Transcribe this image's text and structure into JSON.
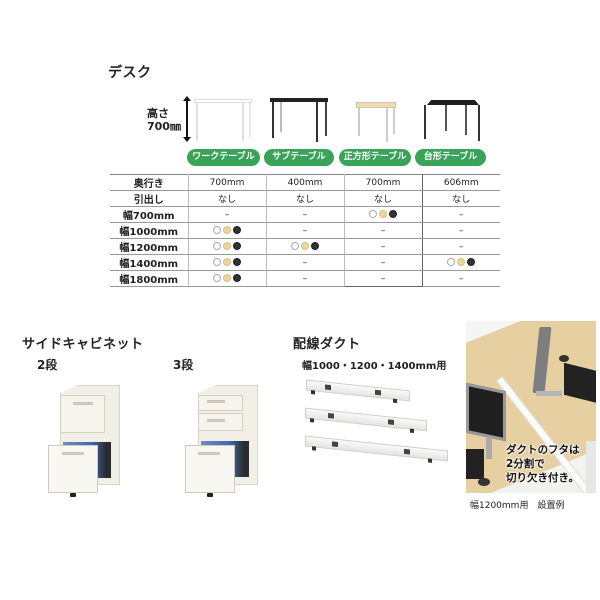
{
  "desk": {
    "title": "デスク",
    "height_label": "高さ\n700mm",
    "height_label_line1": "高さ",
    "height_label_line2": "700㎜",
    "products": [
      {
        "name": "ワークテーブル",
        "top_color": "#ffffff",
        "leg_color": "#e8e8e8"
      },
      {
        "name": "サブテーブル",
        "top_color": "#222222",
        "leg_color": "#333333"
      },
      {
        "name": "正方形テーブル",
        "top_color": "#eddcb6",
        "leg_color": "#f0f0f0"
      },
      {
        "name": "台形テーブル",
        "top_color": "#1e1e1e",
        "leg_color": "#444444"
      }
    ],
    "pill_color": "#3aa35a"
  },
  "spec_table": {
    "rows": [
      {
        "label": "奥行き",
        "cells": [
          "700mm",
          "400mm",
          "700mm",
          "606mm"
        ]
      },
      {
        "label": "引出し",
        "cells": [
          "なし",
          "なし",
          "なし",
          "なし"
        ]
      },
      {
        "label": "幅700mm",
        "cells": [
          "–",
          "–",
          "●●●",
          "–"
        ]
      },
      {
        "label": "幅1000mm",
        "cells": [
          "●●●",
          "–",
          "–",
          "–"
        ]
      },
      {
        "label": "幅1200mm",
        "cells": [
          "●●●",
          "●●●",
          "–",
          "–"
        ]
      },
      {
        "label": "幅1400mm",
        "cells": [
          "●●●",
          "–",
          "–",
          "●●●"
        ]
      },
      {
        "label": "幅1800mm",
        "cells": [
          "●●●",
          "–",
          "–",
          "–"
        ]
      }
    ],
    "color_options": [
      "white",
      "natural",
      "black"
    ],
    "dash": "–"
  },
  "cabinet": {
    "title": "サイドキャビネット",
    "variants": [
      {
        "label": "2段"
      },
      {
        "label": "3段"
      }
    ]
  },
  "duct": {
    "title": "配線ダクト",
    "subtitle": "幅1000・1200・1400mm用",
    "photo_overlay": [
      "ダクトのフタは",
      "2分割で",
      "切り欠き付き。"
    ],
    "photo_caption": "幅1200mm用　設置例"
  }
}
